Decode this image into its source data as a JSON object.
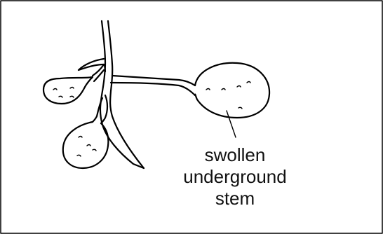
{
  "diagram": {
    "label_lines": [
      "swollen",
      "underground",
      "stem"
    ],
    "colors": {
      "stroke": "#000000",
      "background": "#ffffff"
    },
    "parts": [
      "main-stem",
      "stolon-right",
      "stolon-left",
      "stolon-lower",
      "tuber-right",
      "tuber-left",
      "tuber-lower"
    ]
  }
}
